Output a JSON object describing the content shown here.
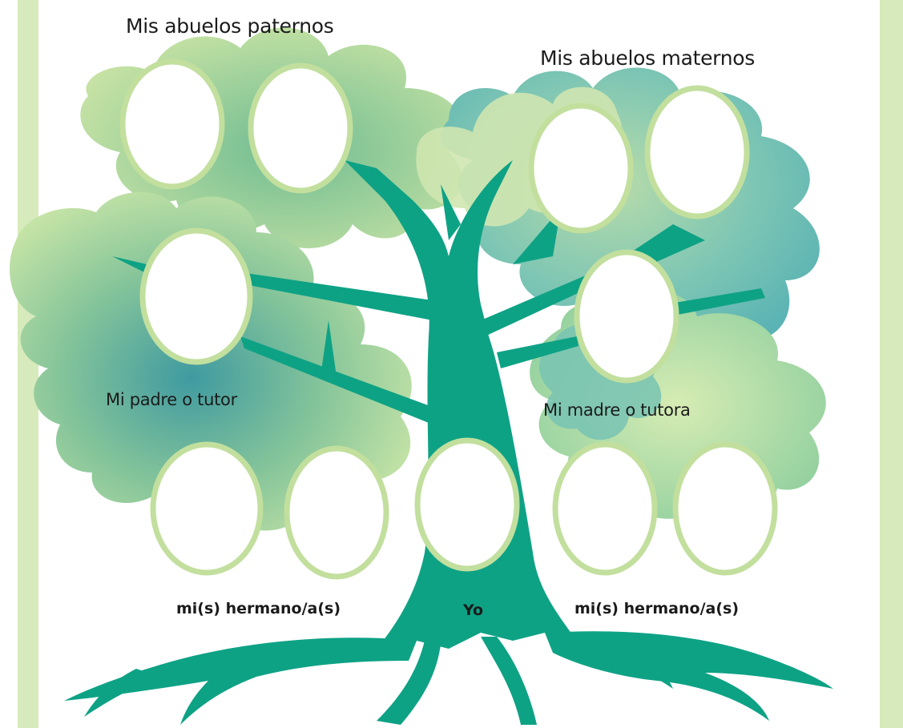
{
  "labels": {
    "paternal_grandparents": "Mis abuelos paternos",
    "maternal_grandparents": "Mis abuelos maternos",
    "father": "Mi padre o tutor",
    "mother": "Mi madre o tutora",
    "siblings_left": "mi(s) hermano/a(s)",
    "self": "Yo",
    "siblings_right": "mi(s) hermano/a(s)"
  },
  "colors": {
    "trunk": "#0ea285",
    "leaf_light": "#cfe6b0",
    "leaf_green": "#9fd08f",
    "leaf_teal": "#6fc4b6",
    "leaf_blue": "#3e9fa7",
    "frame_ring": "#c2df9e",
    "side_bar": "#d7eabb"
  }
}
